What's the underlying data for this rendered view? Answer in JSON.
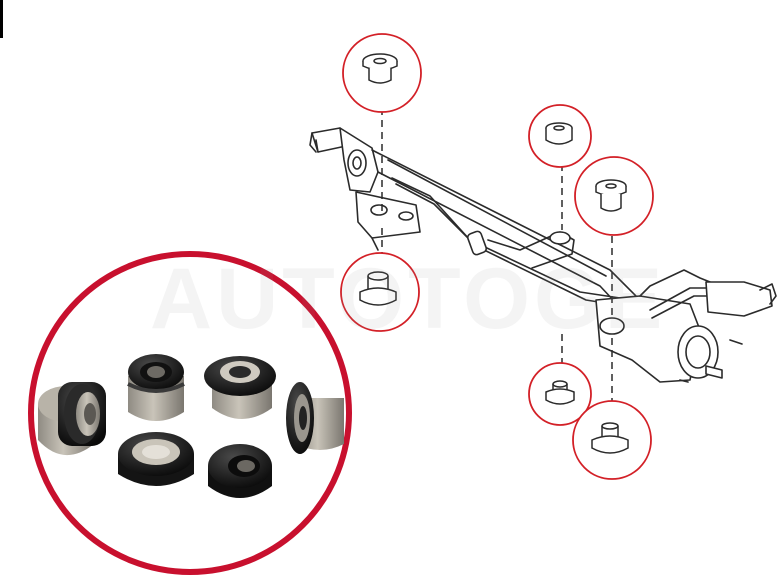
{
  "watermark": {
    "text": "AUTOTOGE"
  },
  "colors": {
    "callout_ring": "#d32027",
    "photo_ring": "#c8102e",
    "line_art": "#2b2b2b",
    "rubber": "#1c1c1c",
    "metal": "#a7a49e"
  },
  "diagram": {
    "callouts": [
      {
        "name": "bushing-top-left"
      },
      {
        "name": "bushing-mid-left"
      },
      {
        "name": "bushing-top-right-small"
      },
      {
        "name": "bushing-mid-right"
      },
      {
        "name": "bushing-low-right-small"
      },
      {
        "name": "bushing-bottom-right"
      }
    ],
    "photo_parts": [
      {
        "name": "metal-sleeve-bushing"
      },
      {
        "name": "rubber-sleeve-bushing"
      },
      {
        "name": "flanged-bushing"
      },
      {
        "name": "angled-bushing"
      },
      {
        "name": "flat-ring-bushing"
      },
      {
        "name": "thick-ring-bushing"
      }
    ]
  }
}
